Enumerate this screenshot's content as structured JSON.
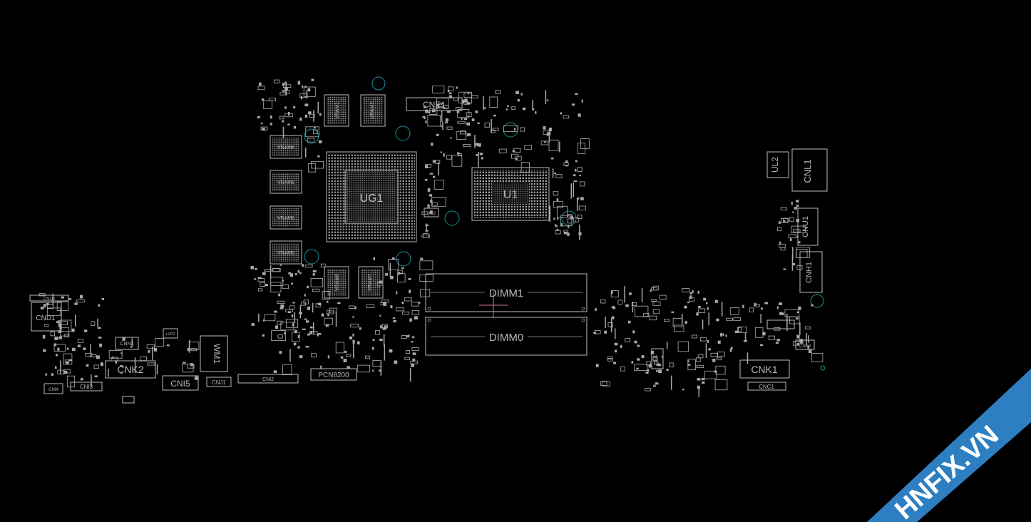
{
  "board": {
    "components": {
      "ug1": "UG1",
      "u1": "U1",
      "dimm1": "DIMM1",
      "dimm0": "DIMM0",
      "cne1": "CNE1",
      "vram1": "VRAM1",
      "vram2": "VRAM2",
      "vram3": "VRAM3",
      "vram4": "VRAM4",
      "vram5": "VRAM5",
      "vram6": "VRAM6",
      "vram7": "VRAM7",
      "vram8": "VRAM8",
      "ug2": "UG2",
      "cnd1": "CND1",
      "cnu2": "CNU2",
      "cnn2": "CNN2",
      "cnk2": "CNK2",
      "cni3": "CNI3",
      "cni4": "CNI4",
      "cni5": "CNI5",
      "cnj1": "CNJ1",
      "cni2": "CNI2",
      "pcn8200": "PCN8200",
      "wm1": "WM1",
      "ul2": "UL2",
      "cnl1": "CNL1",
      "cnu1": "CNU1",
      "cnh1": "CNH1",
      "cna3": "CNA3",
      "cnk1": "CNK1",
      "cnc1": "CNC1",
      "u4": "U4",
      "lup2": "LUP2"
    }
  },
  "watermark": {
    "text": "HNFIX.VN",
    "color": "#2d7fc1"
  },
  "colors": {
    "background": "#000000",
    "outline": "#bdbdbd",
    "hole": "#1f8f9a",
    "marker": "#d07a86"
  }
}
